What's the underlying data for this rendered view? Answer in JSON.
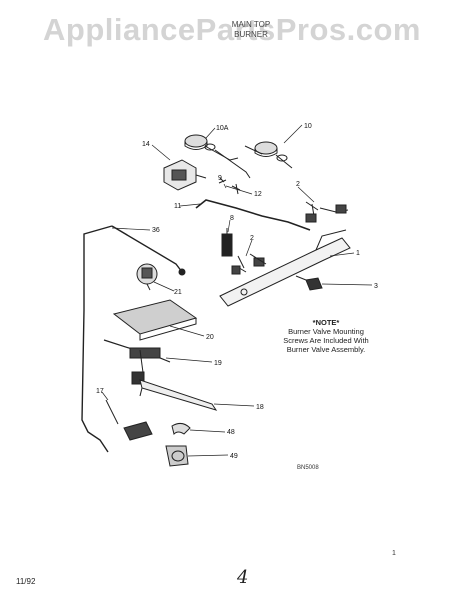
{
  "header": {
    "watermark": "AppliancePartsPros.com",
    "small_line1": "MAIN TOP",
    "small_line2": "BURNER"
  },
  "labels": {
    "p10A": "10A",
    "p10": "10",
    "p14": "14",
    "p12": "12",
    "p9": "9",
    "p11": "11",
    "p2a": "2",
    "p8": "8",
    "p36": "36",
    "p2b": "2",
    "p1": "1",
    "p21": "21",
    "p3": "3",
    "p20": "20",
    "p19": "19",
    "p17": "17",
    "p18": "18",
    "p48": "48",
    "p49": "49"
  },
  "note": {
    "title": "*NOTE*",
    "line1": "Burner Valve Mounting",
    "line2": "Screws Are Included With",
    "line3": "Burner Valve Assembly."
  },
  "diagram_code": "BN5008",
  "footer": {
    "date": "11/92",
    "page": "4",
    "small": "1"
  }
}
